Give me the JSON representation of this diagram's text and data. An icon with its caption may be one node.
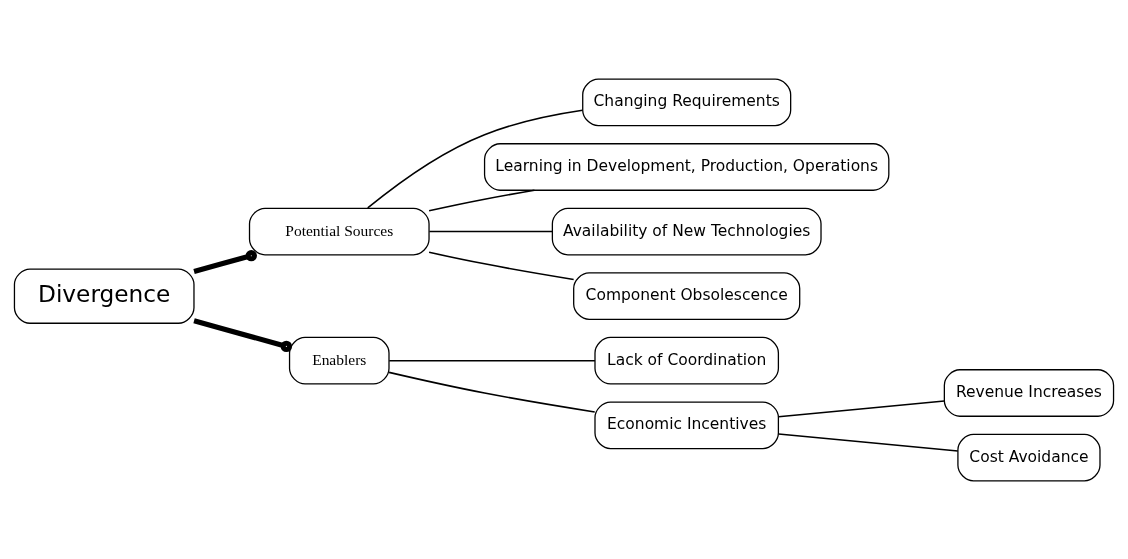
{
  "diagram": {
    "nodes": [
      {
        "text": [
          "Divergence"
        ]
      },
      {
        "text": [
          "Potential Sources"
        ]
      },
      {
        "text": [
          "Changing Requirements"
        ]
      },
      {
        "text": [
          "Learning in Development, Production, Operations"
        ]
      },
      {
        "text": [
          "Availability of New Technologies"
        ]
      },
      {
        "text": [
          "Component Obsolescence"
        ]
      },
      {
        "text": [
          "Enablers"
        ]
      },
      {
        "text": [
          "Lack of Coordination"
        ]
      },
      {
        "text": [
          "Economic Incentives"
        ]
      },
      {
        "text": [
          "Revenue Increases"
        ]
      },
      {
        "text": [
          "Cost Avoidance"
        ]
      }
    ],
    "edges": [
      {
        "from": 0,
        "to": 1,
        "arrow": "other",
        "style": "thick"
      },
      {
        "from": 1,
        "to": 2,
        "arrow": "none"
      },
      {
        "from": 1,
        "to": 3,
        "arrow": "none"
      },
      {
        "from": 1,
        "to": 4,
        "arrow": "none"
      },
      {
        "from": 1,
        "to": 5,
        "arrow": "none"
      },
      {
        "from": 0,
        "to": 6,
        "arrow": "other",
        "style": "thick"
      },
      {
        "from": 6,
        "to": 7,
        "arrow": "none"
      },
      {
        "from": 6,
        "to": 8,
        "arrow": "none"
      },
      {
        "from": 8,
        "to": 9,
        "arrow": "none"
      },
      {
        "from": 8,
        "to": 10,
        "arrow": "none"
      }
    ]
  }
}
